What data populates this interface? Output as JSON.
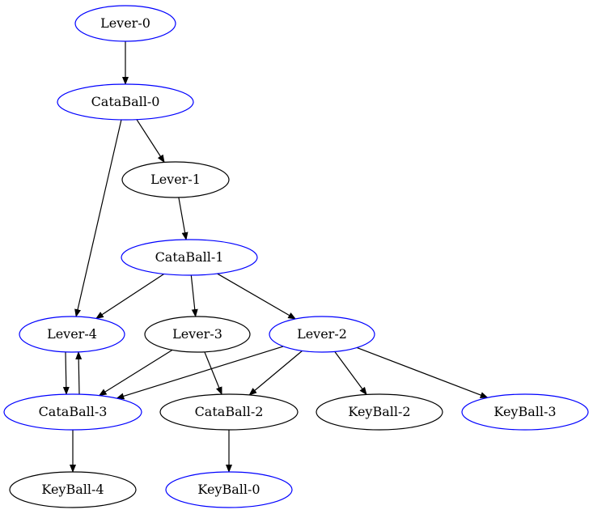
{
  "colors": {
    "highlight": "#0000ff",
    "normal": "#000000",
    "edge": "#000000"
  },
  "nodes": [
    {
      "id": "lever-0",
      "label": "Lever-0",
      "highlighted": true
    },
    {
      "id": "cataball-0",
      "label": "CataBall-0",
      "highlighted": true
    },
    {
      "id": "lever-1",
      "label": "Lever-1",
      "highlighted": false
    },
    {
      "id": "cataball-1",
      "label": "CataBall-1",
      "highlighted": true
    },
    {
      "id": "lever-4",
      "label": "Lever-4",
      "highlighted": true
    },
    {
      "id": "lever-3",
      "label": "Lever-3",
      "highlighted": false
    },
    {
      "id": "lever-2",
      "label": "Lever-2",
      "highlighted": true
    },
    {
      "id": "cataball-3",
      "label": "CataBall-3",
      "highlighted": true
    },
    {
      "id": "cataball-2",
      "label": "CataBall-2",
      "highlighted": false
    },
    {
      "id": "keyball-2",
      "label": "KeyBall-2",
      "highlighted": false
    },
    {
      "id": "keyball-3",
      "label": "KeyBall-3",
      "highlighted": true
    },
    {
      "id": "keyball-4",
      "label": "KeyBall-4",
      "highlighted": false
    },
    {
      "id": "keyball-0",
      "label": "KeyBall-0",
      "highlighted": true
    }
  ],
  "edges": [
    {
      "from": "lever-0",
      "to": "cataball-0"
    },
    {
      "from": "cataball-0",
      "to": "lever-1"
    },
    {
      "from": "cataball-0",
      "to": "lever-4"
    },
    {
      "from": "lever-1",
      "to": "cataball-1"
    },
    {
      "from": "cataball-1",
      "to": "lever-4"
    },
    {
      "from": "cataball-1",
      "to": "lever-3"
    },
    {
      "from": "cataball-1",
      "to": "lever-2"
    },
    {
      "from": "lever-4",
      "to": "cataball-3"
    },
    {
      "from": "cataball-3",
      "to": "lever-4"
    },
    {
      "from": "lever-3",
      "to": "cataball-3"
    },
    {
      "from": "lever-3",
      "to": "cataball-2"
    },
    {
      "from": "lever-2",
      "to": "cataball-3"
    },
    {
      "from": "lever-2",
      "to": "cataball-2"
    },
    {
      "from": "lever-2",
      "to": "keyball-2"
    },
    {
      "from": "lever-2",
      "to": "keyball-3"
    },
    {
      "from": "cataball-3",
      "to": "keyball-4"
    },
    {
      "from": "cataball-2",
      "to": "keyball-0"
    }
  ]
}
